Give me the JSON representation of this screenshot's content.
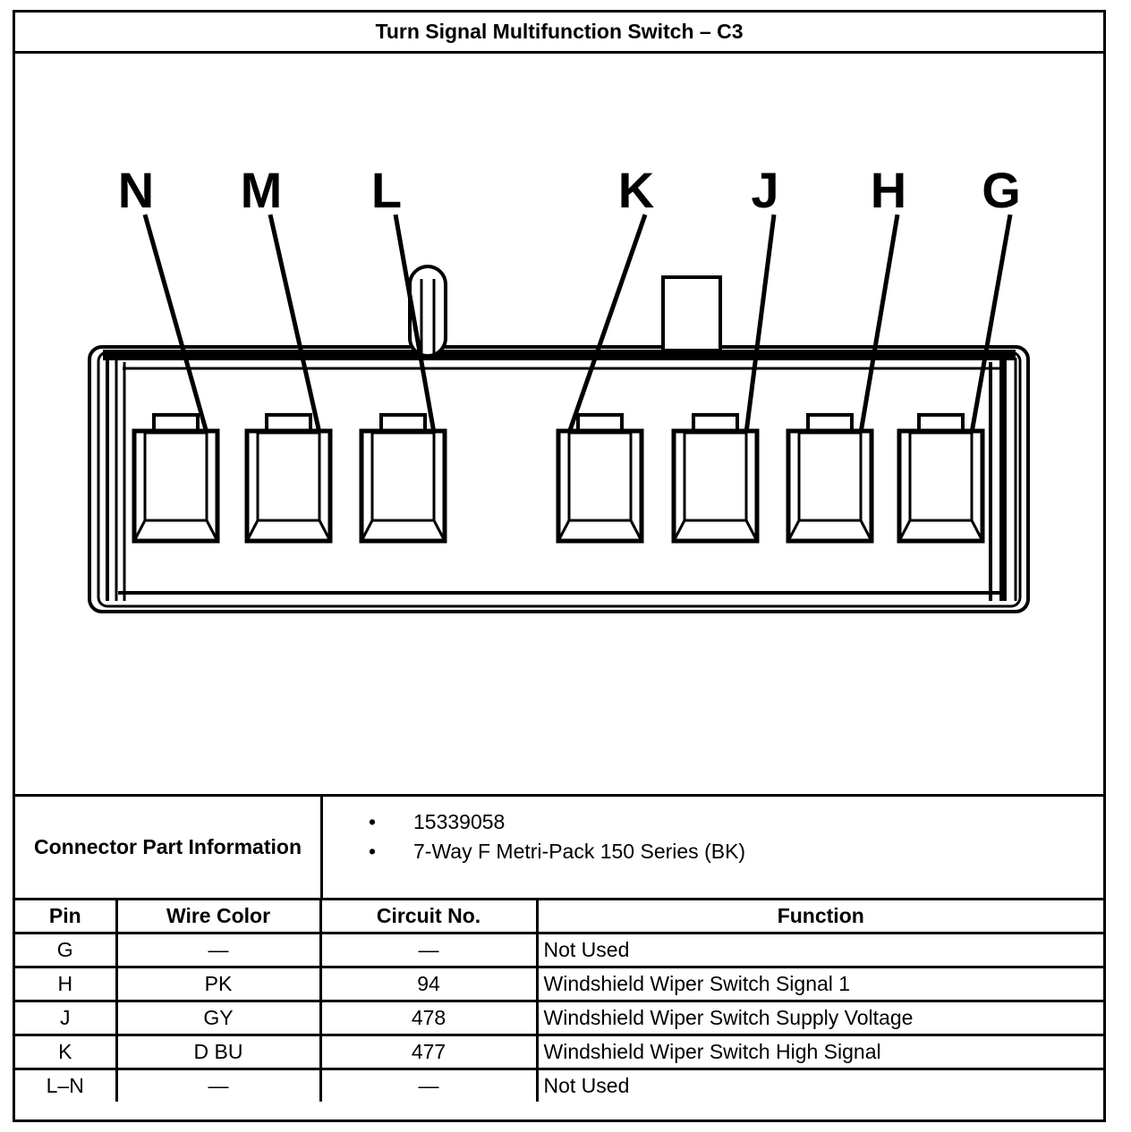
{
  "title": "Turn Signal Multifunction Switch – C3",
  "diagram": {
    "pin_labels": [
      "N",
      "M",
      "L",
      "K",
      "J",
      "H",
      "G"
    ]
  },
  "connector_info": {
    "label": "Connector Part Information",
    "items": [
      "15339058",
      "7-Way F Metri-Pack 150 Series (BK)"
    ],
    "bullet": "•"
  },
  "table": {
    "headers": [
      "Pin",
      "Wire Color",
      "Circuit No.",
      "Function"
    ],
    "rows": [
      {
        "pin": "G",
        "wire_color": "—",
        "circuit": "—",
        "function": "Not Used"
      },
      {
        "pin": "H",
        "wire_color": "PK",
        "circuit": "94",
        "function": "Windshield Wiper Switch Signal 1"
      },
      {
        "pin": "J",
        "wire_color": "GY",
        "circuit": "478",
        "function": "Windshield Wiper Switch Supply Voltage"
      },
      {
        "pin": "K",
        "wire_color": "D BU",
        "circuit": "477",
        "function": "Windshield Wiper Switch High Signal"
      },
      {
        "pin": "L–N",
        "wire_color": "—",
        "circuit": "—",
        "function": "Not Used"
      }
    ]
  }
}
